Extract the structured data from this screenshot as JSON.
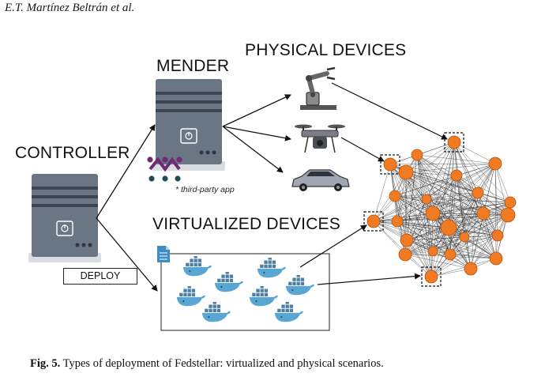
{
  "header": {
    "author": "E.T. Martínez Beltrán et al."
  },
  "labels": {
    "controller": "CONTROLLER",
    "mender": "MENDER",
    "physical_devices": "PHYSICAL DEVICES",
    "virtualized_devices": "VIRTUALIZED DEVICES",
    "deploy": "DEPLOY",
    "third_party_note": "* third-party app"
  },
  "caption": {
    "fig_label": "Fig. 5.",
    "text": "Types of deployment of Fedstellar: virtualized and physical scenarios."
  },
  "colors": {
    "server": "#6b7684",
    "server_dark": "#3d4550",
    "node": "#f07b23",
    "node_edge": "#b5520f",
    "docker": "#5aa6d3",
    "mender_purple": "#6e2b73",
    "mender_teal": "#1e4b56"
  },
  "icons": [
    "server-icon",
    "robot-arm-icon",
    "drone-icon",
    "car-icon",
    "docker-whale-icon",
    "document-icon",
    "mender-logo-icon",
    "network-graph-icon"
  ]
}
